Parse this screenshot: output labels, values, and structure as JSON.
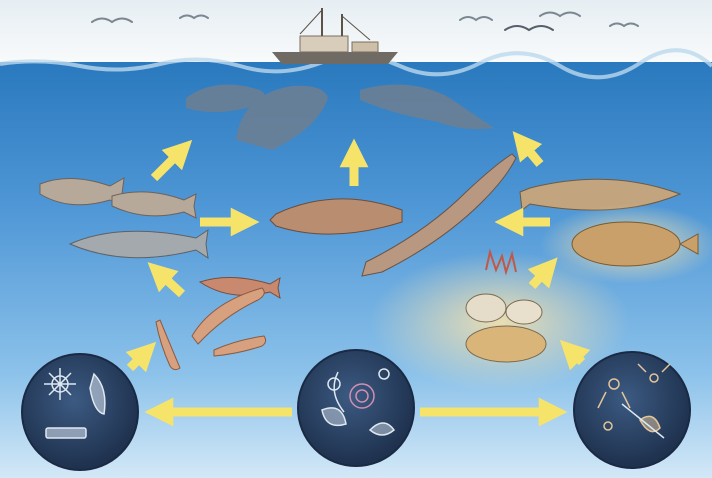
{
  "diagram": {
    "scene": "marine food web",
    "colors": {
      "sky": "#f3f6f8",
      "water_top": "#2f7fc4",
      "water_mid": "#6fb0e2",
      "water_bottom": "#cfe6f6",
      "arrow": "#f6e36a",
      "circle": "#243a5a",
      "seabed": "#e8d6a3",
      "seal": "#6f7f92",
      "fish": "#b98e70"
    },
    "nodes": [
      {
        "id": "fishing-boat",
        "icon": "boat-icon"
      },
      {
        "id": "seabirds",
        "icon": "bird-icon"
      },
      {
        "id": "seals",
        "icon": "seal-icon"
      },
      {
        "id": "herring",
        "icon": "fish-icon"
      },
      {
        "id": "mackerel",
        "icon": "fish-icon"
      },
      {
        "id": "small-fish",
        "icon": "fish-icon"
      },
      {
        "id": "shrimp-krill",
        "icon": "shrimp-icon"
      },
      {
        "id": "salmon",
        "icon": "fish-icon"
      },
      {
        "id": "dogfish",
        "icon": "shark-icon"
      },
      {
        "id": "cod",
        "icon": "fish-icon"
      },
      {
        "id": "flatfish",
        "icon": "flatfish-icon"
      },
      {
        "id": "shellfish-seabed",
        "icon": "shell-icon"
      },
      {
        "id": "zooplankton-left",
        "icon": "plankton-icon"
      },
      {
        "id": "phytoplankton-center",
        "icon": "plankton-icon"
      },
      {
        "id": "zooplankton-right",
        "icon": "plankton-icon"
      }
    ],
    "edges": [
      {
        "from": "phytoplankton-center",
        "to": "zooplankton-left"
      },
      {
        "from": "phytoplankton-center",
        "to": "zooplankton-right"
      },
      {
        "from": "zooplankton-left",
        "to": "shrimp-krill"
      },
      {
        "from": "shrimp-krill",
        "to": "mackerel"
      },
      {
        "from": "small-fish",
        "to": "seals"
      },
      {
        "from": "herring",
        "to": "salmon"
      },
      {
        "from": "salmon",
        "to": "seals"
      },
      {
        "from": "cod",
        "to": "seals"
      },
      {
        "from": "flatfish",
        "to": "dogfish"
      },
      {
        "from": "shellfish-seabed",
        "to": "flatfish"
      },
      {
        "from": "zooplankton-right",
        "to": "shellfish-seabed"
      }
    ]
  }
}
